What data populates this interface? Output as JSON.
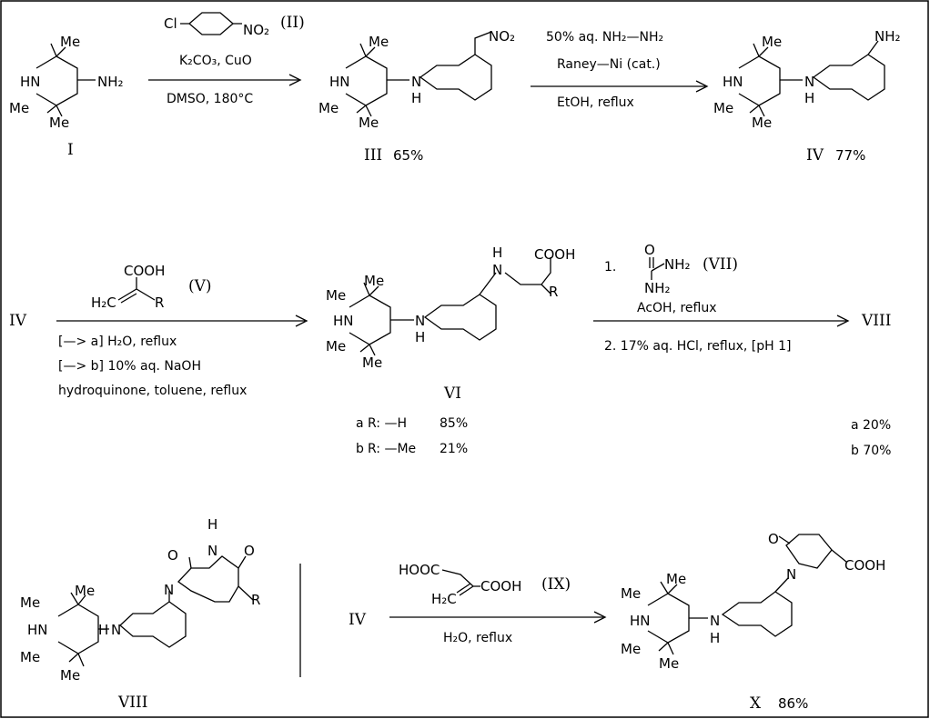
{
  "compounds": {
    "I": {
      "label": "I",
      "amine": "NH₂"
    },
    "II": {
      "label": "(II)",
      "cl": "Cl",
      "no2": "NO₂"
    },
    "III": {
      "label": "III",
      "yield": "65%"
    },
    "IV": {
      "label": "IV",
      "yield": "77%"
    },
    "V": {
      "label": "(V)",
      "cooh": "COOH",
      "h2c": "H₂C",
      "r": "R"
    },
    "VI": {
      "label": "VI",
      "variants": [
        {
          "id": "a",
          "r": "R: —H",
          "yield": "85%"
        },
        {
          "id": "b",
          "r": "R: —Me",
          "yield": "21%"
        }
      ]
    },
    "VII": {
      "label": "(VII)"
    },
    "VIII": {
      "label": "VIII",
      "yields": [
        "a 20%",
        "b 70%"
      ]
    },
    "IX": {
      "label": "(IX)",
      "hooc": "HOOC",
      "cooh": "COOH",
      "h2c": "H₂C"
    },
    "X": {
      "label": "X",
      "yield": "86%"
    }
  },
  "atoms": {
    "me": "Me",
    "hn": "HN",
    "n": "N",
    "h": "H",
    "nh2": "NH₂",
    "no2": "NO₂",
    "cooh": "COOH",
    "o": "O",
    "r": "R"
  },
  "reactions": {
    "r1": {
      "line1": "K₂CO₃, CuO",
      "line2": "DMSO, 180°C"
    },
    "r2": {
      "line1": "50% aq. NH₂—NH₂",
      "line2": "Raney—Ni (cat.)",
      "line3": "EtOH,  reflux"
    },
    "r3": {
      "start": "IV",
      "line1": "[—> a] H₂O,  reflux",
      "line2": "[—> b] 10% aq. NaOH",
      "line3": "hydroquinone, toluene, reflux"
    },
    "r4": {
      "step1": "1.",
      "line1": "AcOH,  reflux",
      "line2": "2. 17% aq. HCl, reflux, [pH 1]",
      "product": "VIII"
    },
    "r5": {
      "start": "IV",
      "line1": "H₂O,  reflux"
    }
  }
}
